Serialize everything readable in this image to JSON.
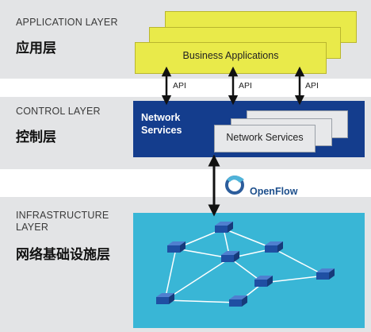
{
  "application_layer": {
    "title": "APPLICATION LAYER",
    "title_cn": "应用层",
    "app_label": "Business Applications"
  },
  "api_labels": [
    "API",
    "API",
    "API"
  ],
  "control_layer": {
    "title": "CONTROL LAYER",
    "title_cn": "控制层",
    "network_services_title": "Network\nServices",
    "network_services_card": "Network Services"
  },
  "openflow": {
    "label": "OpenFlow"
  },
  "infrastructure_layer": {
    "title": "INFRASTRUCTURE\nLAYER",
    "title_cn": "网络基础设施层"
  },
  "colors": {
    "band": "#e3e4e6",
    "app_yellow": "#e9ea4a",
    "control_blue": "#143d8d",
    "infra_cyan": "#39b6d6",
    "switch_blue": "#1f4fa3"
  }
}
